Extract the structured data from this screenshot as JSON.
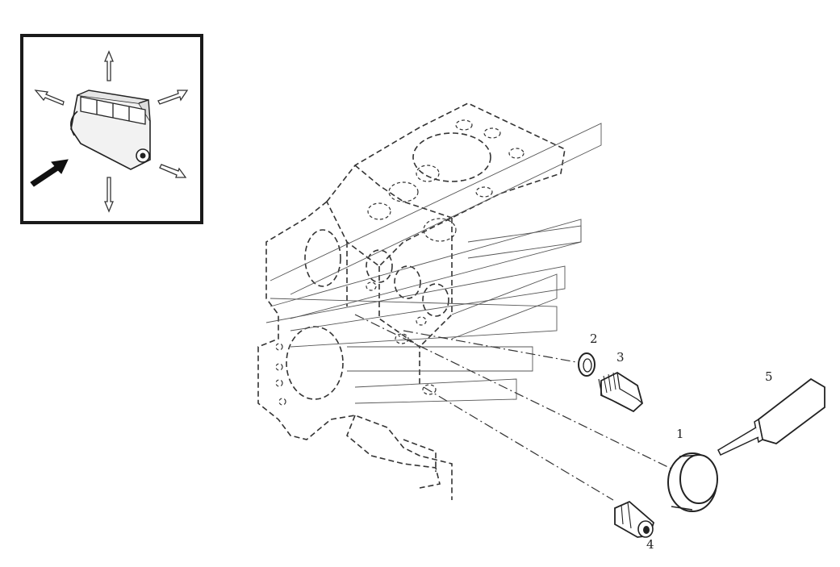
{
  "diagram": {
    "callouts": [
      {
        "id": "1",
        "label": "1"
      },
      {
        "id": "2",
        "label": "2"
      },
      {
        "id": "3",
        "label": "3"
      },
      {
        "id": "4",
        "label": "4"
      },
      {
        "id": "5",
        "label": "5"
      }
    ],
    "inset": {
      "icons": [
        "engine-block-icon",
        "arrow-icon"
      ]
    },
    "colors": {
      "line": "#222222",
      "background": "#ffffff"
    }
  }
}
